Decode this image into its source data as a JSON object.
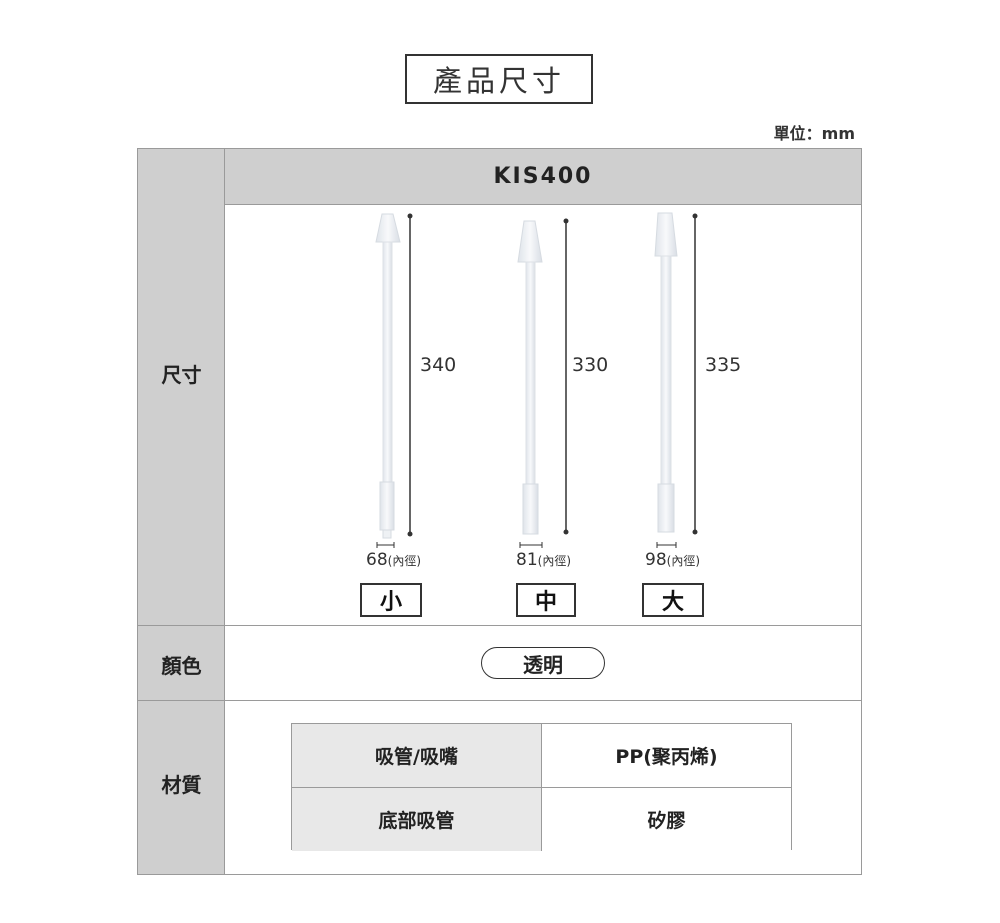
{
  "title": "產品尺寸",
  "unit": "單位：mm",
  "model": "KIS400",
  "rows": {
    "size": "尺寸",
    "color": "顏色",
    "material": "材質"
  },
  "straws": [
    {
      "length": "340",
      "diameter": "68",
      "diameter_note": "(內徑)",
      "size": "小"
    },
    {
      "length": "330",
      "diameter": "81",
      "diameter_note": "(內徑)",
      "size": "中"
    },
    {
      "length": "335",
      "diameter": "98",
      "diameter_note": "(內徑)",
      "size": "大"
    }
  ],
  "color_value": "透明",
  "materials": [
    {
      "part": "吸管/吸嘴",
      "material": "PP(聚丙烯)"
    },
    {
      "part": "底部吸管",
      "material": "矽膠"
    }
  ],
  "colors": {
    "header_gray": "#cfcfcf",
    "border": "#9a9a9a",
    "straw": "#eef1f4"
  }
}
